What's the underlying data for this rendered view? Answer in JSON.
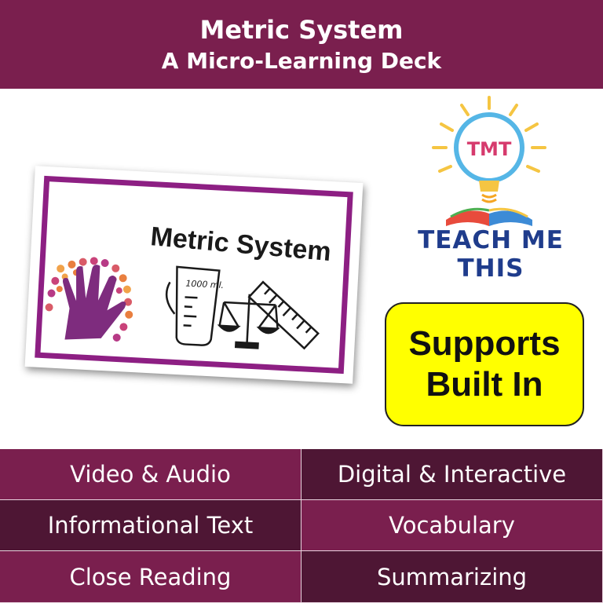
{
  "header": {
    "title": "Metric System",
    "subtitle": "A Micro-Learning Deck"
  },
  "card": {
    "title": "Metric System",
    "beaker_label": "1000 ml."
  },
  "logo": {
    "badge": "TMT",
    "brand": "TEACH ME THIS"
  },
  "supports": {
    "line1": "Supports",
    "line2": "Built In"
  },
  "features": [
    "Video & Audio",
    "Digital & Interactive",
    "Informational Text",
    "Vocabulary",
    "Close Reading",
    "Summarizing"
  ],
  "colors": {
    "header_bg": "#7a1f4e",
    "cell_dark": "#4e1634",
    "card_border": "#8d1f83",
    "supports_bg": "#ffff00",
    "brand_blue": "#1f3c8c"
  }
}
